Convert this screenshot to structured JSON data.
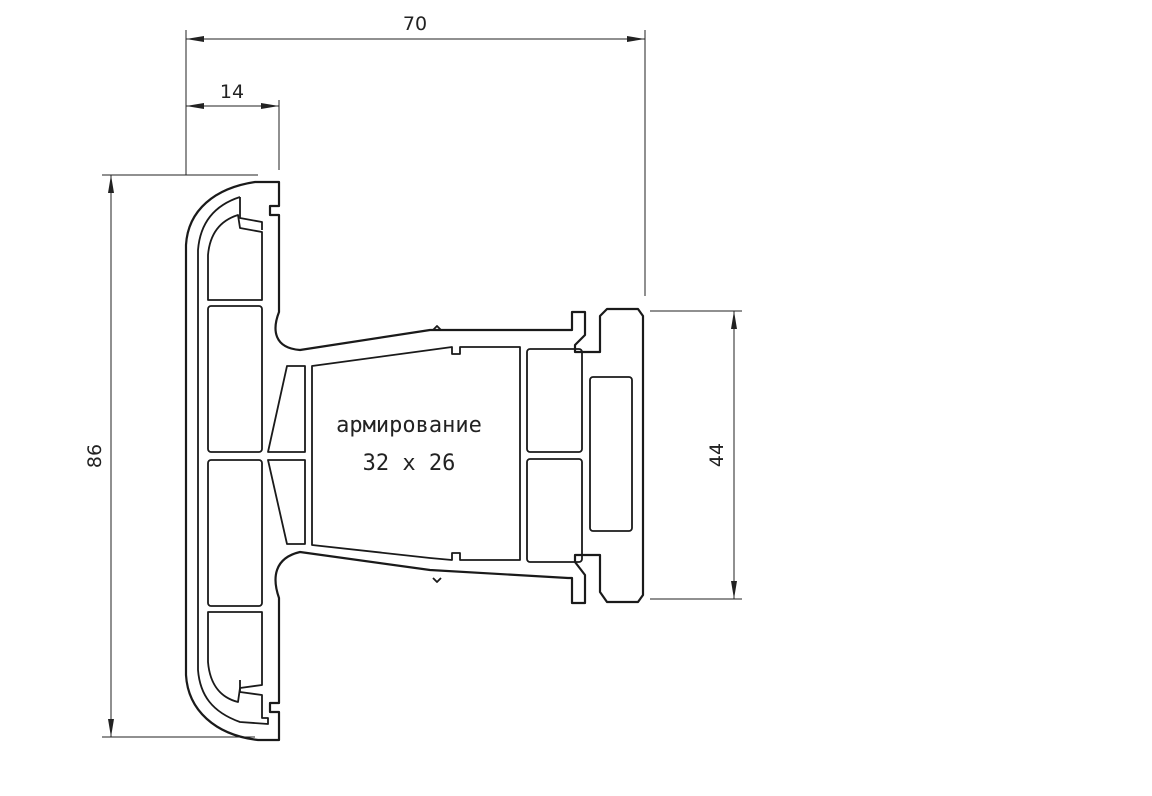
{
  "dimensions": {
    "overall_width": "70",
    "flange_width": "14",
    "overall_height": "86",
    "mullion_height": "44"
  },
  "reinforcement": {
    "line1": "армирование",
    "line2": "32 х 26"
  },
  "colors": {
    "background": "#ffffff",
    "line": "#1a1a1a"
  }
}
